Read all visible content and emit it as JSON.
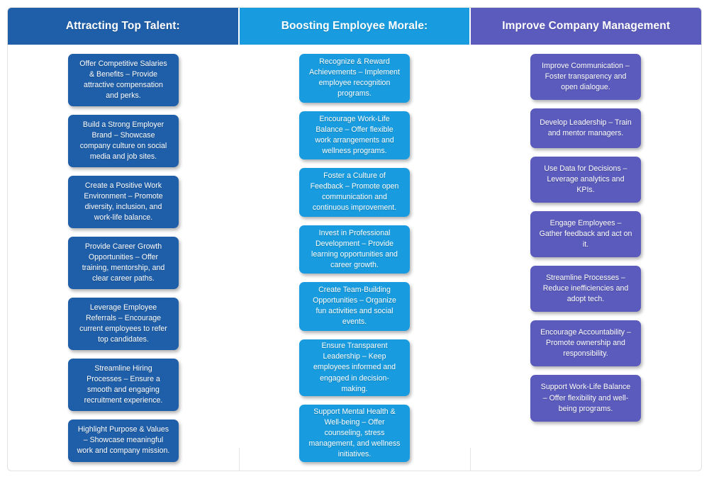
{
  "board": {
    "columns": [
      {
        "id": "attracting-top-talent",
        "header": "Attracting Top Talent:",
        "color": "#1f5fa9",
        "cards": [
          "Offer Competitive Salaries & Benefits – Provide attractive compensation and perks.",
          "Build a Strong Employer Brand – Showcase company culture on social media and job sites.",
          "Create a Positive Work Environment – Promote diversity, inclusion, and work-life balance.",
          "Provide Career Growth Opportunities – Offer training, mentorship, and clear career paths.",
          "Leverage Employee Referrals – Encourage current employees to refer top candidates.",
          "Streamline Hiring Processes – Ensure a smooth and engaging recruitment experience.",
          "Highlight Purpose & Values – Showcase meaningful work and company mission."
        ]
      },
      {
        "id": "boosting-employee-morale",
        "header": "Boosting Employee Morale:",
        "color": "#189cdf",
        "cards": [
          "Recognize & Reward Achievements – Implement employee recognition programs.",
          "Encourage Work-Life Balance – Offer flexible work arrangements and wellness programs.",
          "Foster a Culture of Feedback – Promote open communication and continuous improvement.",
          "Invest in Professional Development – Provide learning opportunities and career growth.",
          "Create Team-Building Opportunities – Organize fun activities and social events.",
          "Ensure Transparent Leadership – Keep employees informed and engaged in decision-making.",
          "Support Mental Health & Well-being – Offer counseling, stress management, and wellness initiatives."
        ]
      },
      {
        "id": "improve-company-management",
        "header": "Improve Company Management",
        "color": "#5b5bbd",
        "cards": [
          "Improve Communication – Foster transparency and open dialogue.",
          "Develop Leadership – Train and mentor managers.",
          "Use Data for Decisions – Leverage analytics and KPIs.",
          "Engage Employees – Gather feedback and act on it.",
          "Streamline Processes – Reduce inefficiencies and adopt tech.",
          "Encourage Accountability – Promote ownership and responsibility.",
          "Support Work-Life Balance – Offer flexibility and well-being programs."
        ]
      }
    ]
  }
}
